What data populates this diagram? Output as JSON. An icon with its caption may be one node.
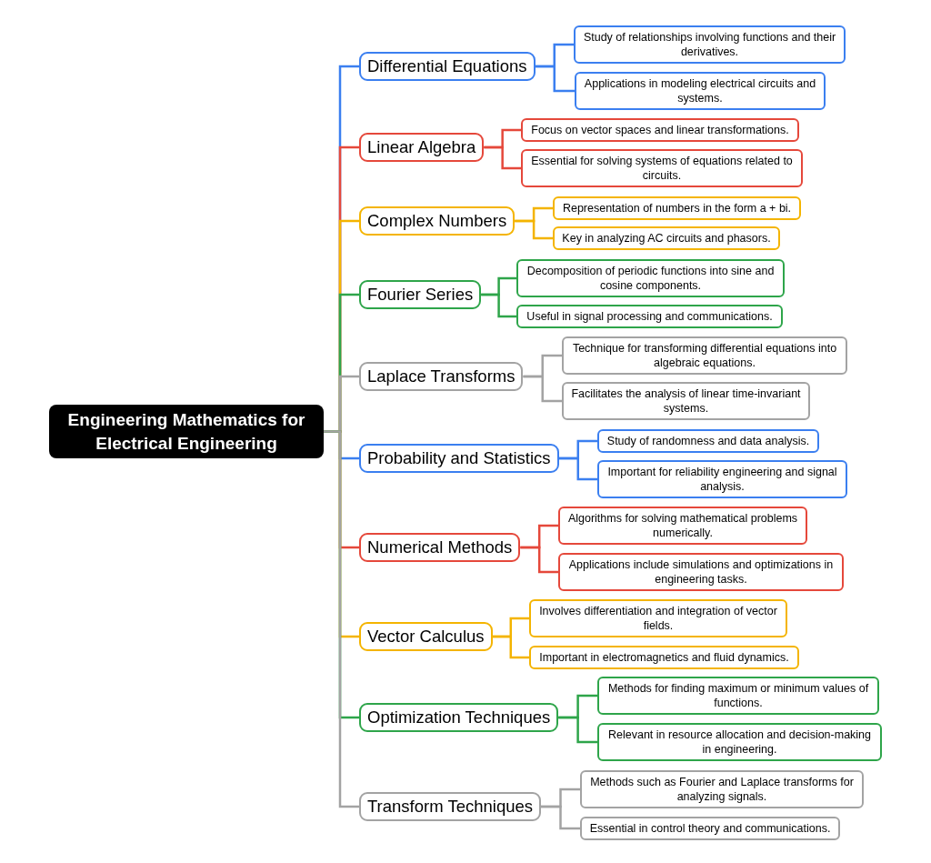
{
  "diagram": {
    "nodes": [
      {
        "text": [
          "Engineering Mathematics for Electrical Engineering"
        ]
      },
      {
        "text": [
          "Differential Equations"
        ]
      },
      {
        "text": [
          "Study of relationships involving functions and their derivatives."
        ]
      },
      {
        "text": [
          "Applications in modeling electrical circuits and systems."
        ]
      },
      {
        "text": [
          "Linear Algebra"
        ]
      },
      {
        "text": [
          "Focus on vector spaces and linear transformations."
        ]
      },
      {
        "text": [
          "Essential for solving systems of equations related to circuits."
        ]
      },
      {
        "text": [
          "Complex Numbers"
        ]
      },
      {
        "text": [
          "Representation of numbers in the form a + bi."
        ]
      },
      {
        "text": [
          "Key in analyzing AC circuits and phasors."
        ]
      },
      {
        "text": [
          "Fourier Series"
        ]
      },
      {
        "text": [
          "Decomposition of periodic functions into sine and cosine components."
        ]
      },
      {
        "text": [
          "Useful in signal processing and communications."
        ]
      },
      {
        "text": [
          "Laplace Transforms"
        ]
      },
      {
        "text": [
          "Technique for transforming differential equations into algebraic equations."
        ]
      },
      {
        "text": [
          "Facilitates the analysis of linear time-invariant systems."
        ]
      },
      {
        "text": [
          "Probability and Statistics"
        ]
      },
      {
        "text": [
          "Study of randomness and data analysis."
        ]
      },
      {
        "text": [
          "Important for reliability engineering and signal analysis."
        ]
      },
      {
        "text": [
          "Numerical Methods"
        ]
      },
      {
        "text": [
          "Algorithms for solving mathematical problems numerically."
        ]
      },
      {
        "text": [
          "Applications include simulations and optimizations in engineering tasks."
        ]
      },
      {
        "text": [
          "Vector Calculus"
        ]
      },
      {
        "text": [
          "Involves differentiation and integration of vector fields."
        ]
      },
      {
        "text": [
          "Important in electromagnetics and fluid dynamics."
        ]
      },
      {
        "text": [
          "Optimization Techniques"
        ]
      },
      {
        "text": [
          "Methods for finding maximum or minimum values of functions."
        ]
      },
      {
        "text": [
          "Relevant in resource allocation and decision-making in engineering."
        ]
      },
      {
        "text": [
          "Transform Techniques"
        ]
      },
      {
        "text": [
          "Methods such as Fourier and Laplace transforms for analyzing signals."
        ]
      },
      {
        "text": [
          "Essential in control theory and communications."
        ]
      }
    ],
    "edges": [
      {
        "from": 0,
        "to": 1,
        "arrow": "none",
        "color": "#3b7ff0"
      },
      {
        "from": 1,
        "to": 2,
        "arrow": "none",
        "color": "#3b7ff0"
      },
      {
        "from": 1,
        "to": 3,
        "arrow": "none",
        "color": "#3b7ff0"
      },
      {
        "from": 0,
        "to": 4,
        "arrow": "none",
        "color": "#e5483b"
      },
      {
        "from": 4,
        "to": 5,
        "arrow": "none",
        "color": "#e5483b"
      },
      {
        "from": 4,
        "to": 6,
        "arrow": "none",
        "color": "#e5483b"
      },
      {
        "from": 0,
        "to": 7,
        "arrow": "none",
        "color": "#f4b400"
      },
      {
        "from": 7,
        "to": 8,
        "arrow": "none",
        "color": "#f4b400"
      },
      {
        "from": 7,
        "to": 9,
        "arrow": "none",
        "color": "#f4b400"
      },
      {
        "from": 0,
        "to": 10,
        "arrow": "none",
        "color": "#2ea54a"
      },
      {
        "from": 10,
        "to": 11,
        "arrow": "none",
        "color": "#2ea54a"
      },
      {
        "from": 10,
        "to": 12,
        "arrow": "none",
        "color": "#2ea54a"
      },
      {
        "from": 0,
        "to": 13,
        "arrow": "none",
        "color": "#a3a3a3"
      },
      {
        "from": 13,
        "to": 14,
        "arrow": "none",
        "color": "#a3a3a3"
      },
      {
        "from": 13,
        "to": 15,
        "arrow": "none",
        "color": "#a3a3a3"
      },
      {
        "from": 0,
        "to": 16,
        "arrow": "none",
        "color": "#3b7ff0"
      },
      {
        "from": 16,
        "to": 17,
        "arrow": "none",
        "color": "#3b7ff0"
      },
      {
        "from": 16,
        "to": 18,
        "arrow": "none",
        "color": "#3b7ff0"
      },
      {
        "from": 0,
        "to": 19,
        "arrow": "none",
        "color": "#e5483b"
      },
      {
        "from": 19,
        "to": 20,
        "arrow": "none",
        "color": "#e5483b"
      },
      {
        "from": 19,
        "to": 21,
        "arrow": "none",
        "color": "#e5483b"
      },
      {
        "from": 0,
        "to": 22,
        "arrow": "none",
        "color": "#f4b400"
      },
      {
        "from": 22,
        "to": 23,
        "arrow": "none",
        "color": "#f4b400"
      },
      {
        "from": 22,
        "to": 24,
        "arrow": "none",
        "color": "#f4b400"
      },
      {
        "from": 0,
        "to": 25,
        "arrow": "none",
        "color": "#2ea54a"
      },
      {
        "from": 25,
        "to": 26,
        "arrow": "none",
        "color": "#2ea54a"
      },
      {
        "from": 25,
        "to": 27,
        "arrow": "none",
        "color": "#2ea54a"
      },
      {
        "from": 0,
        "to": 28,
        "arrow": "none",
        "color": "#a3a3a3"
      },
      {
        "from": 28,
        "to": 29,
        "arrow": "none",
        "color": "#a3a3a3"
      },
      {
        "from": 28,
        "to": 30,
        "arrow": "none",
        "color": "#a3a3a3"
      }
    ]
  }
}
